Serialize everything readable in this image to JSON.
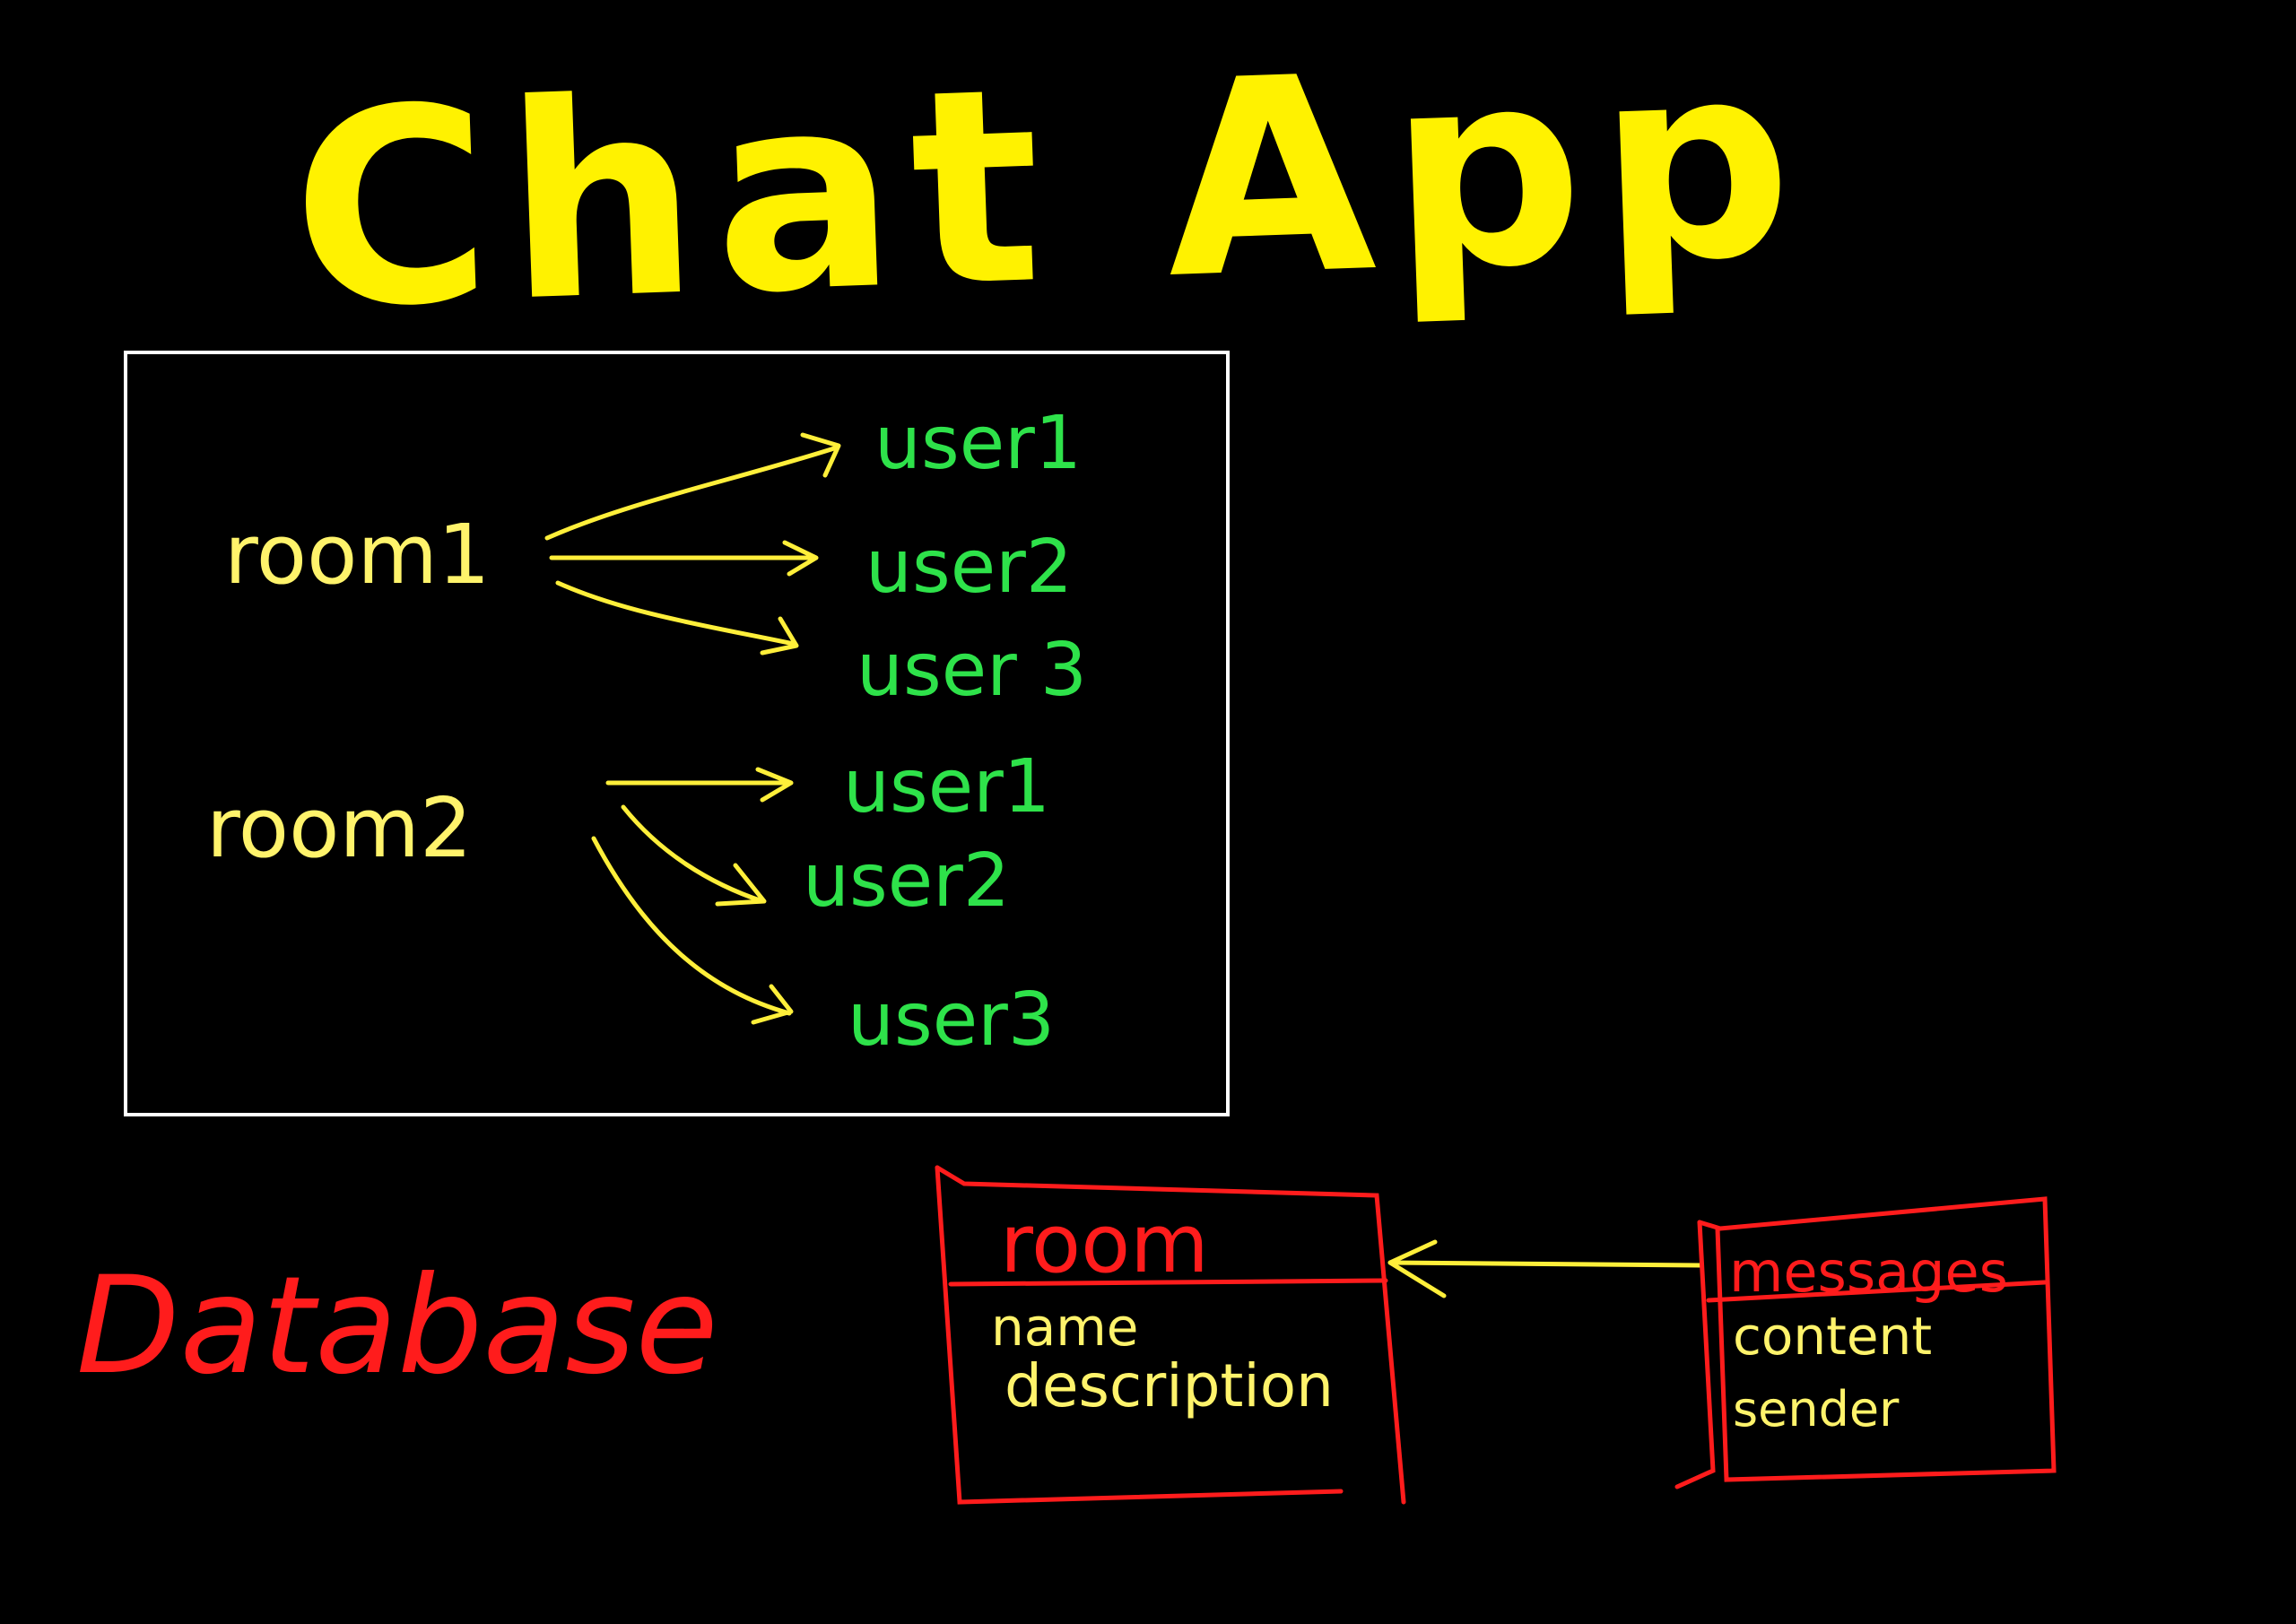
{
  "title": "Chat App",
  "rooms_panel": {
    "rooms": [
      {
        "label": "room1",
        "users": [
          "user1",
          "user2",
          "user 3"
        ]
      },
      {
        "label": "room2",
        "users": [
          "user1",
          "user2",
          "user3"
        ]
      }
    ]
  },
  "database": {
    "label": "Database",
    "tables": [
      {
        "name": "room",
        "fields": [
          "name",
          "description"
        ]
      },
      {
        "name": "messages",
        "fields": [
          "content",
          "sender"
        ]
      }
    ]
  },
  "colors": {
    "background": "#000000",
    "title": "#fff200",
    "room_text": "#fff36b",
    "user_text": "#2ee24a",
    "arrow": "#ffef3a",
    "frame": "#ffffff",
    "database": "#ff1c1c"
  }
}
